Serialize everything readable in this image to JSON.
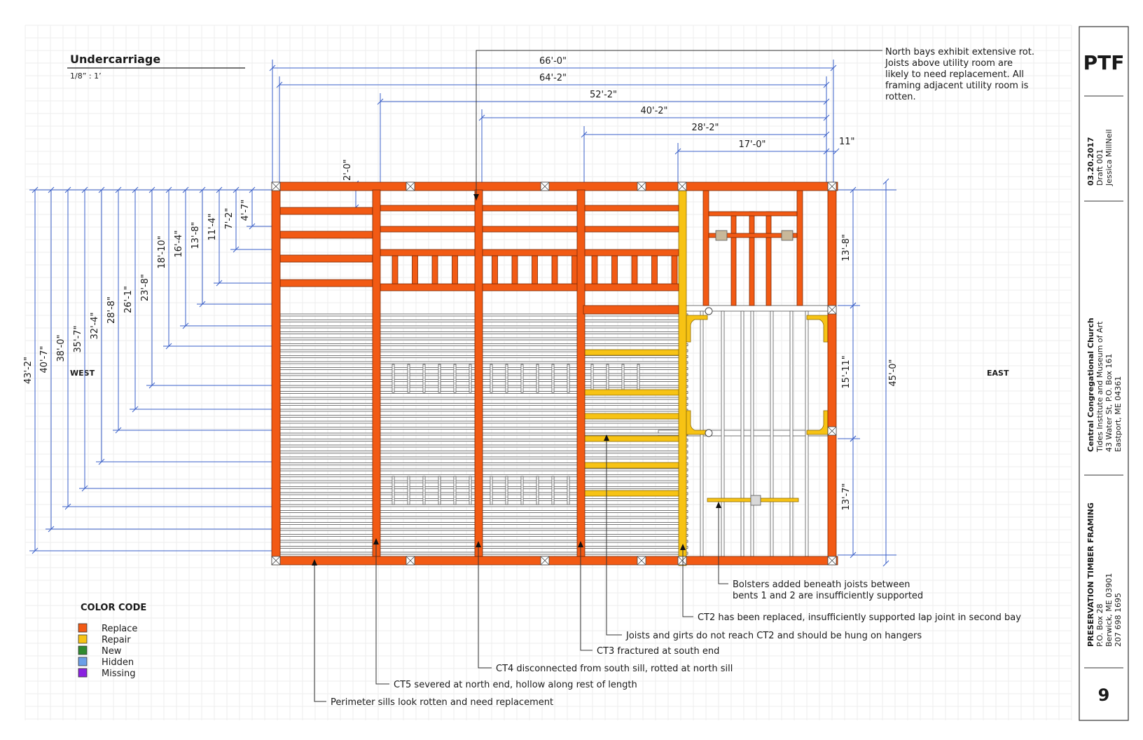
{
  "drawing": {
    "title": "Undercarriage",
    "scale": "1/8” : 1’",
    "west_label": "WEST",
    "east_label": "EAST"
  },
  "top_dims": [
    "66'-0\"",
    "64'-2\"",
    "52'-2\"",
    "40'-2\"",
    "28'-2\"",
    "17'-0\"",
    "11\""
  ],
  "top_inner_dim": "2'-0\"",
  "left_dims": [
    "4'-7\"",
    "7'-2\"",
    "11'-4\"",
    "13'-8\"",
    "16'-4\"",
    "18'-10\"",
    "23'-8\"",
    "26'-1\"",
    "28'-8\"",
    "32'-4\"",
    "35'-7\"",
    "38'-0\"",
    "40'-7\"",
    "43'-2\""
  ],
  "right_dims": [
    "13'-8\"",
    "15'-11\"",
    "13'-7\"",
    "45'-0\""
  ],
  "notes": {
    "north": [
      "North bays exhibit extensive rot.",
      "Joists above utility room are",
      "likely to need replacement. All",
      "framing adjacent utility room is",
      "rotten."
    ],
    "bolsters": [
      "Bolsters added beneath joists between",
      "bents 1 and 2 are insufficiently supported"
    ],
    "ct2": "CT2 has been replaced, insufficiently supported lap joint in second bay",
    "joists": "Joists and girts do not reach CT2 and should be hung on hangers",
    "ct3": "CT3 fractured at south end",
    "ct4": "CT4 disconnected from south sill, rotted at north sill",
    "ct5": "CT5 severed at north end, hollow along rest of length",
    "sills": "Perimeter sills look rotten and need replacement"
  },
  "legend": {
    "title": "COLOR CODE",
    "items": [
      {
        "label": "Replace",
        "color": "#f25a14"
      },
      {
        "label": "Repair",
        "color": "#f7c314"
      },
      {
        "label": "New",
        "color": "#2f8a2f"
      },
      {
        "label": "Hidden",
        "color": "#6a9ee8"
      },
      {
        "label": "Missing",
        "color": "#8a22e0"
      }
    ]
  },
  "title_block": {
    "logo": "PTF",
    "date": "03.20.2017",
    "draft": "Draft 001",
    "author": "Jessica MillNeil",
    "project": "Central Congregational Church",
    "client": "Tides Institute and Museum of Art",
    "address1": "43 Water St, P.O. Box 161",
    "address2": "Eastport, ME 04361",
    "firm": "PRESERVATION TIMBER FRAMING",
    "firm_box": "P.O. Box 28",
    "firm_city": "Berwick, ME 03901",
    "firm_phone": "207 698 1695",
    "sheet": "9"
  },
  "colors": {
    "replace": "#f25a14",
    "repair": "#f7c314",
    "dimension": "#3a5fc8"
  }
}
